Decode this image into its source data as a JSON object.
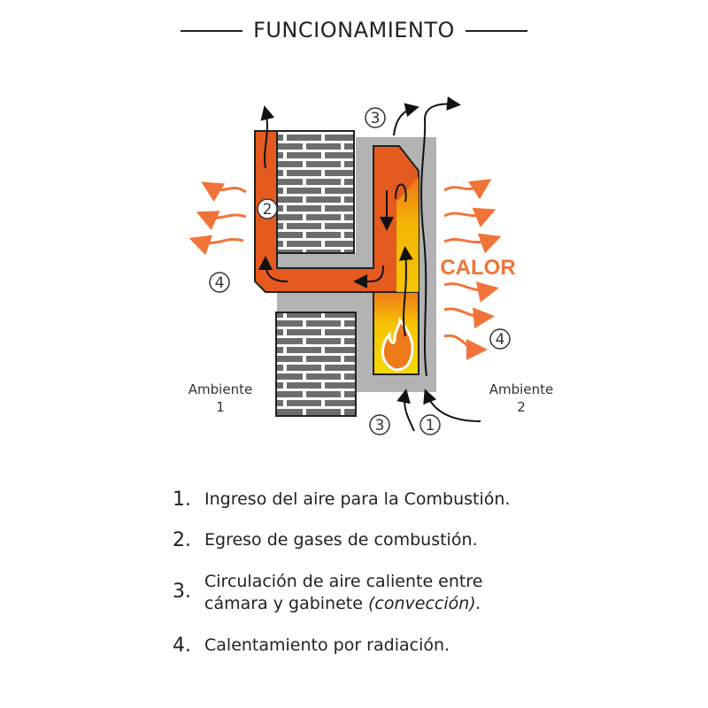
{
  "title": "FUNCIONAMIENTO",
  "diagram": {
    "calor_label": "CALOR",
    "ambiente_1": [
      "Ambiente",
      "1"
    ],
    "ambiente_2": [
      "Ambiente",
      "2"
    ],
    "markers": [
      "1",
      "2",
      "3",
      "4"
    ],
    "colors": {
      "orange": "#e55a1f",
      "gray": "#b3b3b3",
      "brick": "#6d6d6d",
      "yellow": "#f5d800",
      "heat": "#f0743a"
    }
  },
  "legend": [
    {
      "num": "1.",
      "lines": [
        "Ingreso del aire para la Combustión."
      ]
    },
    {
      "num": "2.",
      "lines": [
        "Egreso de gases de combustión."
      ]
    },
    {
      "num": "3.",
      "lines": [
        "Circulación de aire caliente entre",
        "cámara y gabinete",
        "(convección)."
      ]
    },
    {
      "num": "4.",
      "lines": [
        "Calentamiento por radiación."
      ]
    }
  ]
}
